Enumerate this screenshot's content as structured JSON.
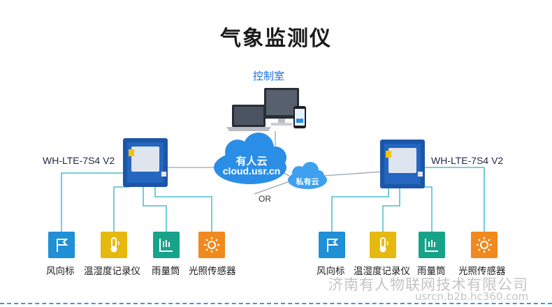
{
  "title": "气象监测仪",
  "control_room": "控制室",
  "device_left": "WH-LTE-7S4 V2",
  "device_right": "WH-LTE-7S4 V2",
  "cloud_main_line1": "有人云",
  "cloud_main_line2": "cloud.usr.cn",
  "cloud_private": "私有云",
  "or_label": "OR",
  "sensors_left": [
    "风向标",
    "温湿度记录仪",
    "雨量筒",
    "光照传感器"
  ],
  "sensors_right": [
    "风向标",
    "温湿度记录仪",
    "雨量筒",
    "光照传感器"
  ],
  "watermark_company": "济南有人物联网技术有限公司",
  "watermark_url": "usrcn.b2b.hc360.com",
  "colors": {
    "line": "#29b0c6",
    "sensor_blue": "#1f8fd6",
    "sensor_yellow": "#e6b90f",
    "sensor_teal": "#17a38a",
    "sensor_orange": "#f08a1f",
    "cloud": "#2b8ee6"
  }
}
